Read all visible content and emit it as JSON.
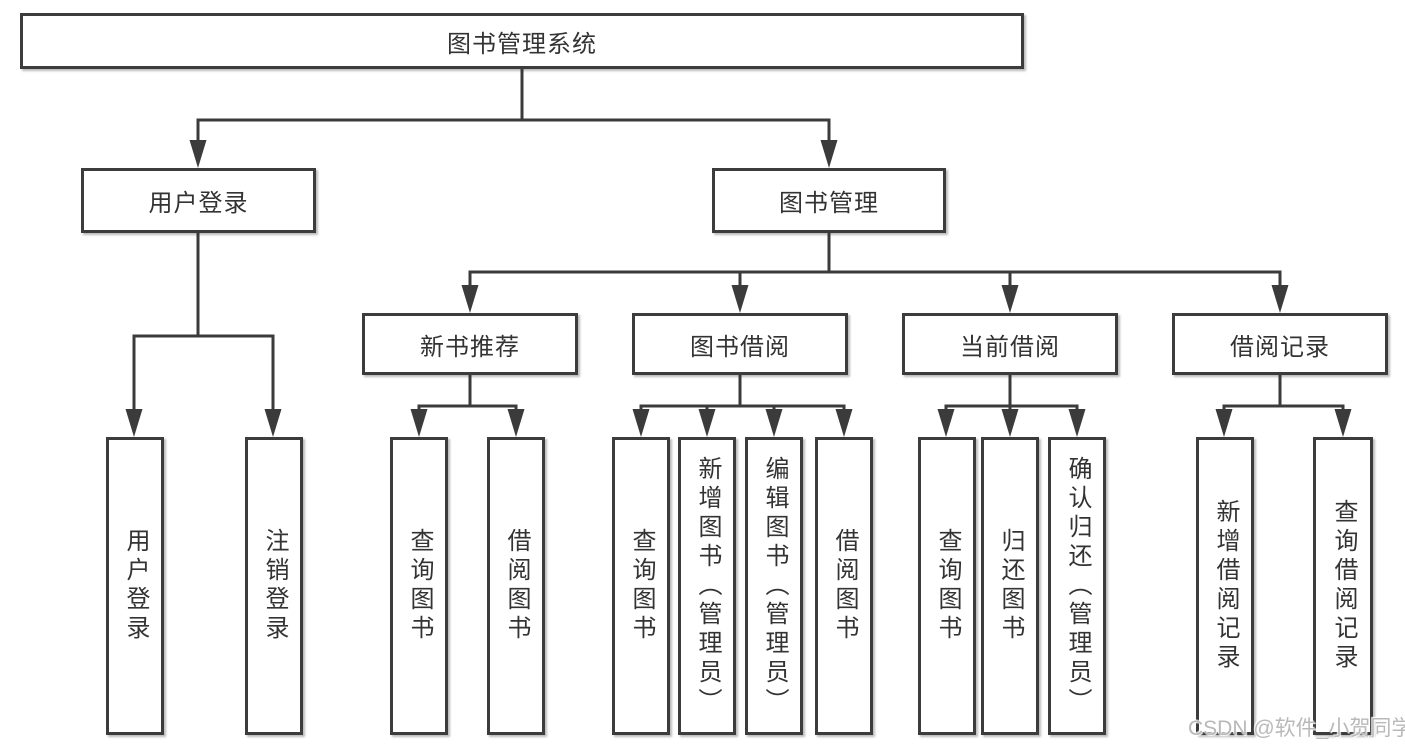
{
  "diagram": {
    "title": "图书管理系统",
    "level2": [
      {
        "label": "用户登录"
      },
      {
        "label": "图书管理"
      }
    ],
    "level3": [
      {
        "label": "新书推荐"
      },
      {
        "label": "图书借阅"
      },
      {
        "label": "当前借阅"
      },
      {
        "label": "借阅记录"
      }
    ],
    "leaves": {
      "userLogin": [
        "用户登录",
        "注销登录"
      ],
      "newBookRec": [
        "查询图书",
        "借阅图书"
      ],
      "bookBorrow": [
        "查询图书",
        "新增图书（管理员）",
        "编辑图书（管理员）",
        "借阅图书"
      ],
      "currentBorrow": [
        "查询图书",
        "归还图书",
        "确认归还（管理员）"
      ],
      "borrowRecords": [
        "新增借阅记录",
        "查询借阅记录"
      ]
    }
  },
  "watermark": "CSDN @软件_小贺同学",
  "colors": {
    "line": "#3b3b3b",
    "border": "#3c3c3c",
    "text": "#333333",
    "watermark": "#b9b9b9",
    "background": "#ffffff"
  }
}
